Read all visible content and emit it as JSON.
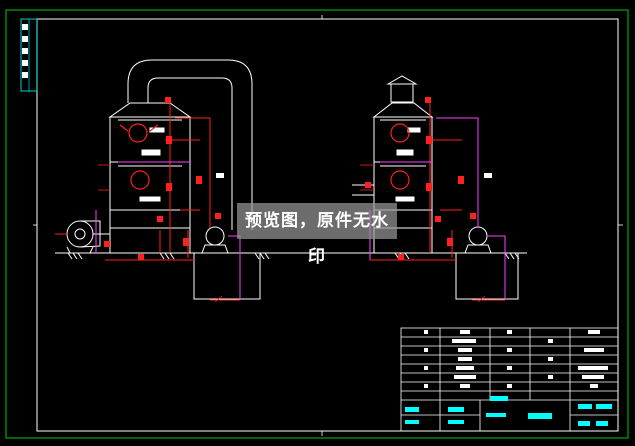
{
  "watermark": {
    "text": "预览图，原件无水印"
  },
  "colors": {
    "background": "#000000",
    "border": "#00c800",
    "structure": "#ffffff",
    "pipe_red": "#ff2020",
    "pipe_magenta": "#ff40ff",
    "table_line": "#ffffff",
    "table_cyan": "#00ffff"
  },
  "icons": [
    "tower-left",
    "tower-right",
    "fan-left",
    "pump-left",
    "pump-right",
    "duct-arch",
    "chimney-cap"
  ]
}
